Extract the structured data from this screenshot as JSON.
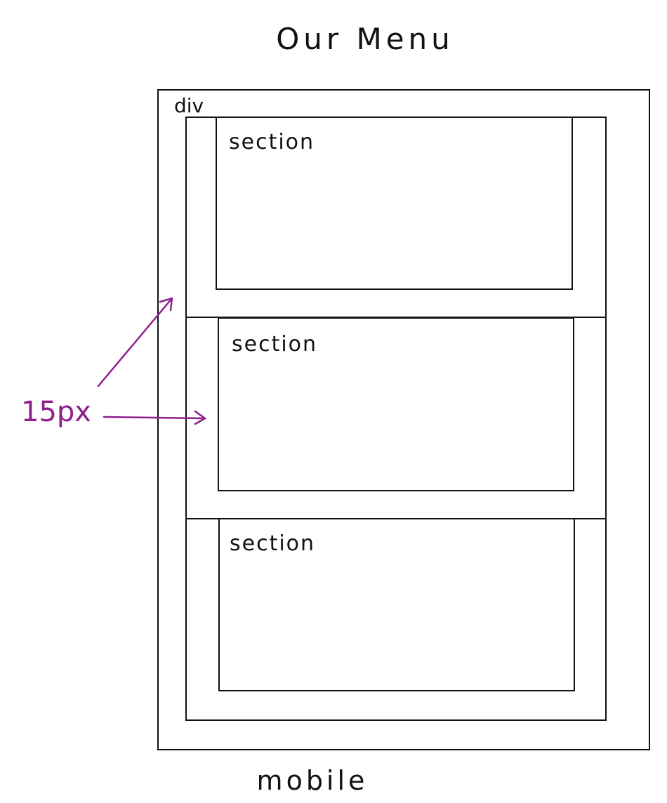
{
  "title": "Our Menu",
  "container_label": "div",
  "sections": [
    {
      "label": "section"
    },
    {
      "label": "section"
    },
    {
      "label": "section"
    }
  ],
  "annotation": {
    "label": "15px",
    "color": "#8e1f8e"
  },
  "footer_label": "mobile",
  "colors": {
    "ink": "#111111",
    "background": "#ffffff"
  }
}
